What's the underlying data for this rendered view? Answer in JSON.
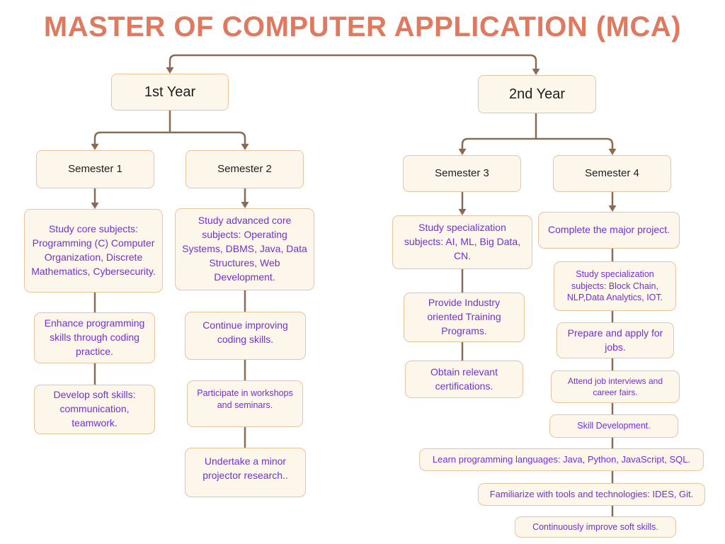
{
  "title": "MASTER OF COMPUTER APPLICATION (MCA)",
  "colors": {
    "title": "#DF7A60",
    "line": "#8A6A54",
    "fill": "#FDF6EB",
    "border": "#E8C4A0",
    "purple": "#7130DC",
    "ink": "#202020"
  },
  "flowchart": {
    "years": [
      {
        "label": "1st Year",
        "semesters": [
          {
            "label": "Semester 1",
            "steps": [
              "Study core subjects: Programming (C) Computer Organization, Discrete Mathematics, Cybersecurity.",
              "Enhance programming skills through coding practice.",
              "Develop soft skills: communication, teamwork."
            ]
          },
          {
            "label": "Semester 2",
            "steps": [
              "Study advanced core subjects: Operating Systems, DBMS, Java, Data Structures, Web Development.",
              "Continue improving coding skills.",
              "Participate in workshops and seminars.",
              "Undertake a minor projector research.."
            ]
          }
        ]
      },
      {
        "label": "2nd Year",
        "semesters": [
          {
            "label": "Semester 3",
            "steps": [
              "Study specialization subjects: AI, ML, Big Data, CN.",
              "Provide Industry oriented Training Programs.",
              "Obtain relevant certifications."
            ]
          },
          {
            "label": "Semester 4",
            "steps": [
              "Complete the major project.",
              "Study specialization subjects: Block Chain, NLP,Data Analytics, IOT.",
              "Prepare and apply for jobs.",
              "Attend job interviews and career fairs.",
              "Skill Development."
            ]
          }
        ]
      }
    ],
    "shared_steps": [
      "Learn programming languages: Java, Python, JavaScript, SQL.",
      "Familiarize with tools and technologies: IDES, Git.",
      "Continuously improve soft skills."
    ]
  }
}
